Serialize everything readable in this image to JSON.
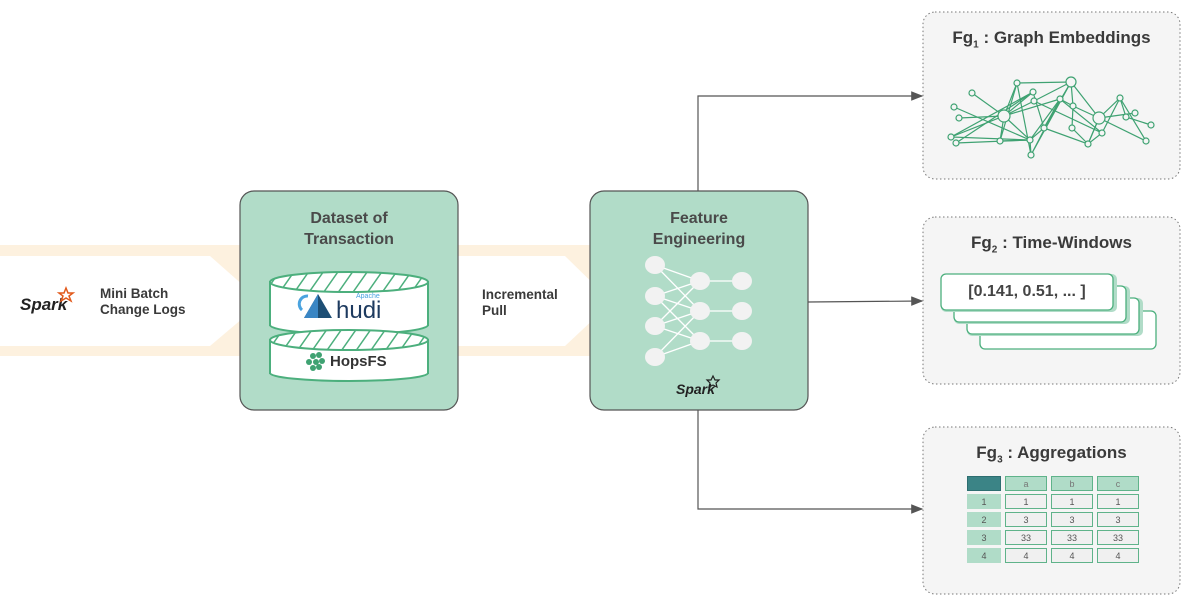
{
  "source": {
    "logo": "apache-spark-logo",
    "label_line1": "Mini Batch",
    "label_line2": "Change Logs"
  },
  "dataset_box": {
    "title_line1": "Dataset of",
    "title_line2": "Transaction",
    "storage_layers": [
      {
        "name": "hudi",
        "logo": "apache-hudi-logo",
        "small_text": "Apache",
        "text": "hudi"
      },
      {
        "name": "hopsfs",
        "logo": "hops-icon",
        "text": "HopsFS"
      }
    ]
  },
  "pull": {
    "label_line1": "Incremental",
    "label_line2": "Pull"
  },
  "feature_box": {
    "title_line1": "Feature",
    "title_line2": "Engineering",
    "icon": "neural-network-icon",
    "logo": "apache-spark-logo"
  },
  "feature_groups": [
    {
      "prefix": "Fg",
      "sub": "1",
      "title": ": Graph Embeddings",
      "icon": "graph-network-icon"
    },
    {
      "prefix": "Fg",
      "sub": "2",
      "title": ": Time-Windows",
      "vector_text": "[0.141, 0.51, ... ]"
    },
    {
      "prefix": "Fg",
      "sub": "3",
      "title": ": Aggregations",
      "table": {
        "columns": [
          "a",
          "b",
          "c"
        ],
        "rows": [
          {
            "label": "1",
            "values": [
              "1",
              "1",
              "1"
            ]
          },
          {
            "label": "2",
            "values": [
              "3",
              "3",
              "3"
            ]
          },
          {
            "label": "3",
            "values": [
              "33",
              "33",
              "33"
            ]
          },
          {
            "label": "4",
            "values": [
              "4",
              "4",
              "4"
            ]
          }
        ]
      }
    }
  ],
  "colors": {
    "box_green": "#b1dcc8",
    "stroke_green": "#4caf7d",
    "band_cream": "#fdf1df",
    "panel_grey": "#f5f5f5",
    "arrow_grey": "#555555",
    "table_corner": "#3b8486"
  }
}
